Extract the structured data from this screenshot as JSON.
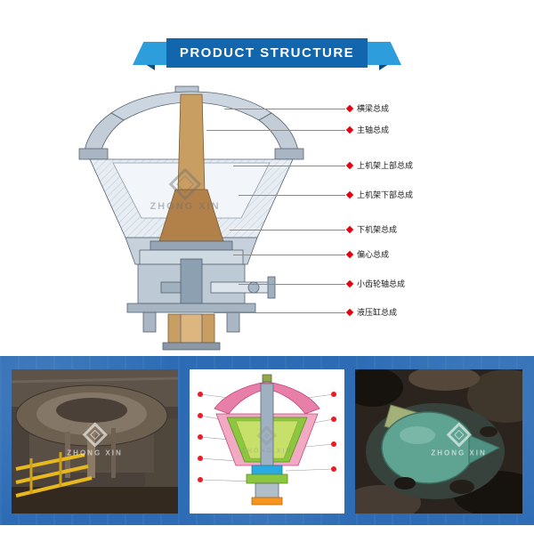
{
  "header": {
    "title": "PRODUCT STRUCTURE"
  },
  "brand": {
    "watermark": "ZHONG XIN"
  },
  "colors": {
    "header_blue": "#1166ae",
    "ribbon_light_blue": "#2d9edb",
    "strip_blue": "#2d6cb5",
    "bullet_red": "#e60012"
  },
  "diagram_labels": [
    {
      "text": "横梁总成"
    },
    {
      "text": "主轴总成"
    },
    {
      "text": "上机架上部总成"
    },
    {
      "text": "上机架下部总成"
    },
    {
      "text": "下机架总成"
    },
    {
      "text": "偏心总成"
    },
    {
      "text": "小齿轮轴总成"
    },
    {
      "text": "液压缸总成"
    }
  ]
}
